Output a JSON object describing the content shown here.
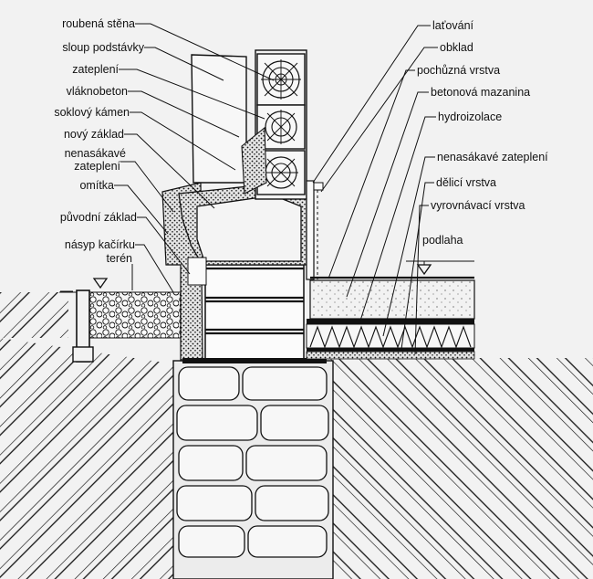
{
  "labels_left": [
    "roubená stěna",
    "sloup podstávky",
    "zateplení",
    "vláknobeton",
    "soklový kámen",
    "nový základ",
    "nenasákavé",
    "zateplení",
    "omítka",
    "původní základ",
    "násyp kačírku",
    "terén"
  ],
  "labels_right": [
    "laťování",
    "obklad",
    "pochůzná vrstva",
    "betonová mazanina",
    "hydroizolace",
    "nenasákavé zateplení",
    "dělicí vrstva",
    "vyrovnávací vrstva",
    "podlaha"
  ]
}
